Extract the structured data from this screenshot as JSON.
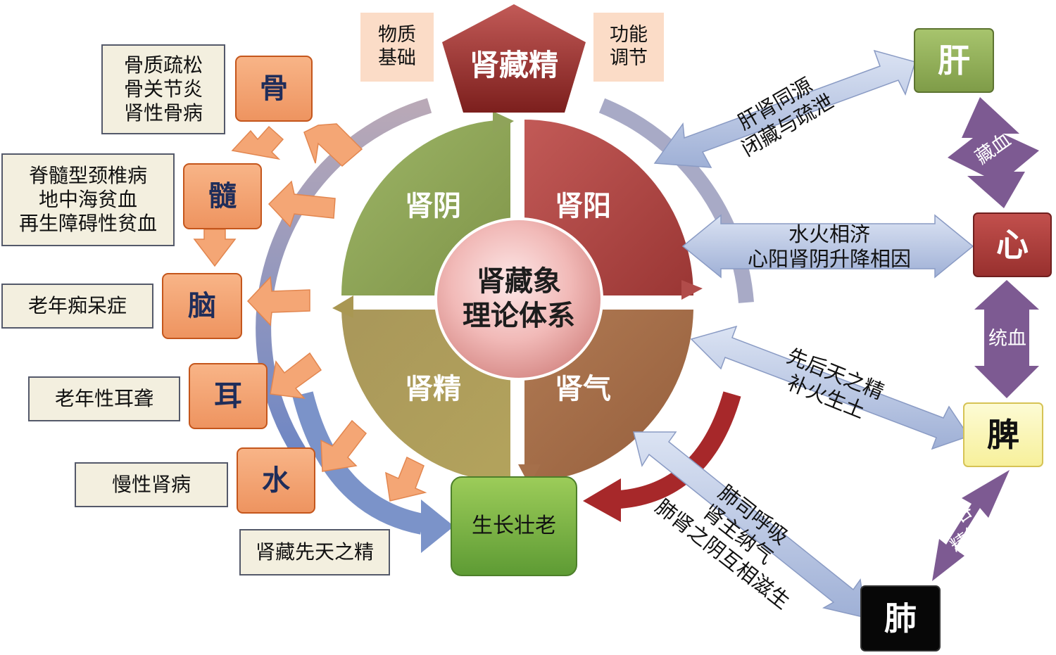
{
  "top": {
    "pentagon": "肾藏精",
    "left_note": [
      "物质",
      "基础"
    ],
    "right_note": [
      "功能",
      "调节"
    ]
  },
  "center": {
    "title": [
      "肾藏象",
      "理论体系"
    ],
    "quadrants": {
      "yin": "肾阴",
      "yang": "肾阳",
      "essence": "肾精",
      "qi": "肾气"
    }
  },
  "left_chain": [
    {
      "organ": "骨",
      "diseases": [
        "骨质疏松",
        "骨关节炎",
        "肾性骨病"
      ]
    },
    {
      "organ": "髓",
      "diseases": [
        "脊髓型颈椎病",
        "地中海贫血",
        "再生障碍性贫血"
      ]
    },
    {
      "organ": "脑",
      "diseases": [
        "老年痴呆症"
      ]
    },
    {
      "organ": "耳",
      "diseases": [
        "老年性耳聋"
      ]
    },
    {
      "organ": "水",
      "diseases": [
        "慢性肾病"
      ]
    }
  ],
  "bottom": {
    "note": "肾藏先天之精",
    "growth": "生长壮老"
  },
  "organs": {
    "liver": "肝",
    "heart": "心",
    "spleen": "脾",
    "lung": "肺"
  },
  "organ_links": {
    "liver_heart": "藏血",
    "heart_spleen": "统血",
    "spleen_lung": [
      "水谷",
      "精微"
    ]
  },
  "kidney_links": {
    "liver": [
      "肝肾同源",
      "闭藏与疏泄"
    ],
    "heart": [
      "水火相济",
      "心阳肾阴升降相因"
    ],
    "spleen": [
      "先后天之精",
      "补火生土"
    ],
    "lung": [
      "肺司呼吸",
      "肾主纳气",
      "肺肾之阴互相滋生"
    ]
  },
  "colors": {
    "yin": "#8fa35a",
    "yang": "#b14c4a",
    "essence": "#a99752",
    "qi": "#a56f4a",
    "orange": "#f4a675",
    "purple": "#7d5a92",
    "blue_arrow": "#b8c4e0"
  }
}
